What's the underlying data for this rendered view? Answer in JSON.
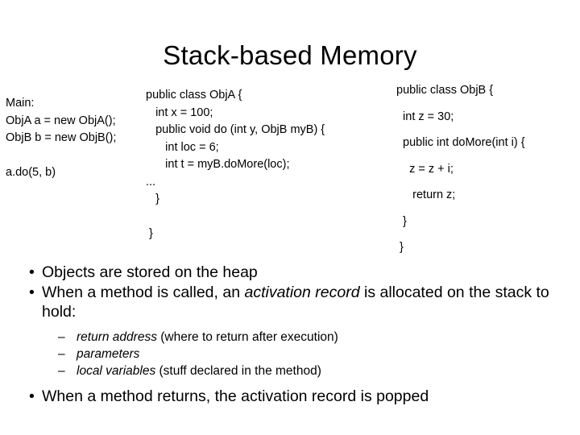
{
  "slide": {
    "title": "Stack-based Memory",
    "background_color": "#ffffff",
    "text_color": "#000000"
  },
  "code_main": {
    "name": "main-code-block",
    "lines": [
      "Main:",
      "ObjA a = new ObjA();",
      "ObjB b = new ObjB();",
      "",
      "a.do(5, b)"
    ]
  },
  "code_obja": {
    "name": "obja-code-block",
    "lines": [
      "public class ObjA {",
      "   int x = 100;",
      "   public void do (int y, ObjB myB) {",
      "      int loc = 6;",
      "      int t = myB.doMore(loc);",
      "...",
      "   }",
      "",
      " }"
    ]
  },
  "code_objb": {
    "name": "objb-code-block",
    "lines": [
      "public class ObjB {",
      "  int z = 30;",
      "  public int doMore(int i) {",
      "    z = z + i;",
      "     return z;",
      "  }",
      " }"
    ]
  },
  "bullets": {
    "marker": "•",
    "sub_marker": "–",
    "items": [
      {
        "id": "objects-heap",
        "segments": [
          {
            "text": "Objects are stored on the heap",
            "italic": false
          }
        ]
      },
      {
        "id": "activation-record-allocated",
        "segments": [
          {
            "text": "When a method is called, an ",
            "italic": false
          },
          {
            "text": "activation record",
            "italic": true
          },
          {
            "text": " is allocated on the stack to hold:",
            "italic": false
          }
        ]
      }
    ],
    "sub_items": [
      {
        "id": "return-address",
        "segments": [
          {
            "text": "return address",
            "italic": true
          },
          {
            "text": " (where to return after execution)",
            "italic": false
          }
        ]
      },
      {
        "id": "parameters",
        "segments": [
          {
            "text": "parameters",
            "italic": true
          }
        ]
      },
      {
        "id": "local-variables",
        "segments": [
          {
            "text": "local variables",
            "italic": true
          },
          {
            "text": " (stuff declared in the method)",
            "italic": false
          }
        ]
      }
    ],
    "final_item": {
      "id": "activation-record-popped",
      "segments": [
        {
          "text": "When a method returns, the activation record is popped",
          "italic": false
        }
      ]
    }
  }
}
